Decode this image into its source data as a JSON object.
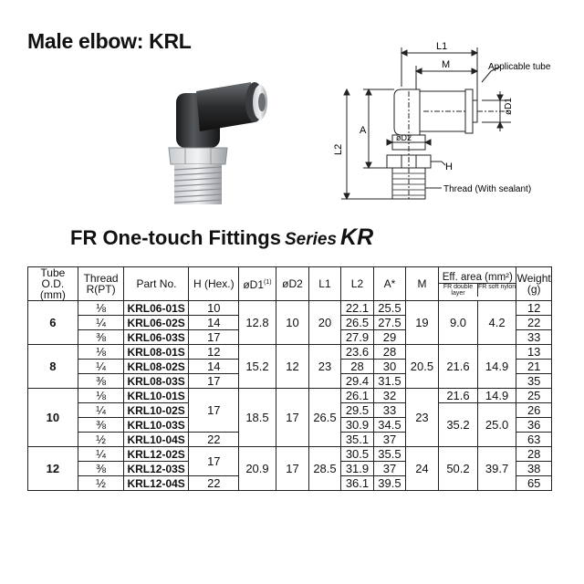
{
  "title": "Male elbow: KRL",
  "series": {
    "prefix": "FR One-touch Fittings",
    "label": "Series",
    "name": "KR"
  },
  "diagram": {
    "L1": "L1",
    "M": "M",
    "applicable_tube": "Applicable tube",
    "D1": "øD1",
    "A": "A",
    "L2": "L2",
    "D2": "øD2",
    "H": "H",
    "thread": "Thread (With sealant)"
  },
  "table": {
    "headers": {
      "tube": "Tube O.D. (mm)",
      "thread": "Thread R(PT)",
      "part_no": "Part No.",
      "h": "H (Hex.)",
      "d1": "øD1",
      "d1_note": "(1)",
      "d2": "øD2",
      "l1": "L1",
      "l2": "L2",
      "a": "A*",
      "m": "M",
      "eff_area": "Eff. area (mm²)",
      "fr_double": "FR double layer",
      "fr_soft": "FR soft nylon",
      "weight": "Weight (g)"
    },
    "groups": [
      {
        "tube": "6",
        "d1": "12.8",
        "d2": "10",
        "l1": "20",
        "m": "19",
        "eff_double": "9.0",
        "eff_soft": "4.2",
        "rows": [
          {
            "thread": "1/8",
            "part": "KRL06-01S",
            "h": "10",
            "l2": "22.1",
            "a": "25.5",
            "w": "12"
          },
          {
            "thread": "1/4",
            "part": "KRL06-02S",
            "h": "14",
            "l2": "26.5",
            "a": "27.5",
            "w": "22"
          },
          {
            "thread": "3/8",
            "part": "KRL06-03S",
            "h": "17",
            "l2": "27.9",
            "a": "29",
            "w": "33"
          }
        ]
      },
      {
        "tube": "8",
        "d1": "15.2",
        "d2": "12",
        "l1": "23",
        "m": "20.5",
        "eff_double": "21.6",
        "eff_soft": "14.9",
        "rows": [
          {
            "thread": "1/8",
            "part": "KRL08-01S",
            "h": "12",
            "l2": "23.6",
            "a": "28",
            "w": "13"
          },
          {
            "thread": "1/4",
            "part": "KRL08-02S",
            "h": "14",
            "l2": "28",
            "a": "30",
            "w": "21"
          },
          {
            "thread": "3/8",
            "part": "KRL08-03S",
            "h": "17",
            "l2": "29.4",
            "a": "31.5",
            "w": "35"
          }
        ]
      },
      {
        "tube": "10",
        "d1": "18.5",
        "d2": "17",
        "l1": "26.5",
        "m": "23",
        "h_merged": "17",
        "h_last": "22",
        "eff_first_double": "21.6",
        "eff_first_soft": "14.9",
        "eff_double": "35.2",
        "eff_soft": "25.0",
        "rows": [
          {
            "thread": "1/8",
            "part": "KRL10-01S",
            "l2": "26.1",
            "a": "32",
            "w": "25"
          },
          {
            "thread": "1/4",
            "part": "KRL10-02S",
            "l2": "29.5",
            "a": "33",
            "w": "26"
          },
          {
            "thread": "3/8",
            "part": "KRL10-03S",
            "l2": "30.9",
            "a": "34.5",
            "w": "36"
          },
          {
            "thread": "1/2",
            "part": "KRL10-04S",
            "l2": "35.1",
            "a": "37",
            "w": "63"
          }
        ]
      },
      {
        "tube": "12",
        "d1": "20.9",
        "d2": "17",
        "l1": "28.5",
        "m": "24",
        "h_merged": "17",
        "h_last": "22",
        "eff_double": "50.2",
        "eff_soft": "39.7",
        "rows": [
          {
            "thread": "1/4",
            "part": "KRL12-02S",
            "l2": "30.5",
            "a": "35.5",
            "w": "28"
          },
          {
            "thread": "3/8",
            "part": "KRL12-03S",
            "l2": "31.9",
            "a": "37",
            "w": "38"
          },
          {
            "thread": "1/2",
            "part": "KRL12-04S",
            "l2": "36.1",
            "a": "39.5",
            "w": "65"
          }
        ]
      }
    ]
  }
}
